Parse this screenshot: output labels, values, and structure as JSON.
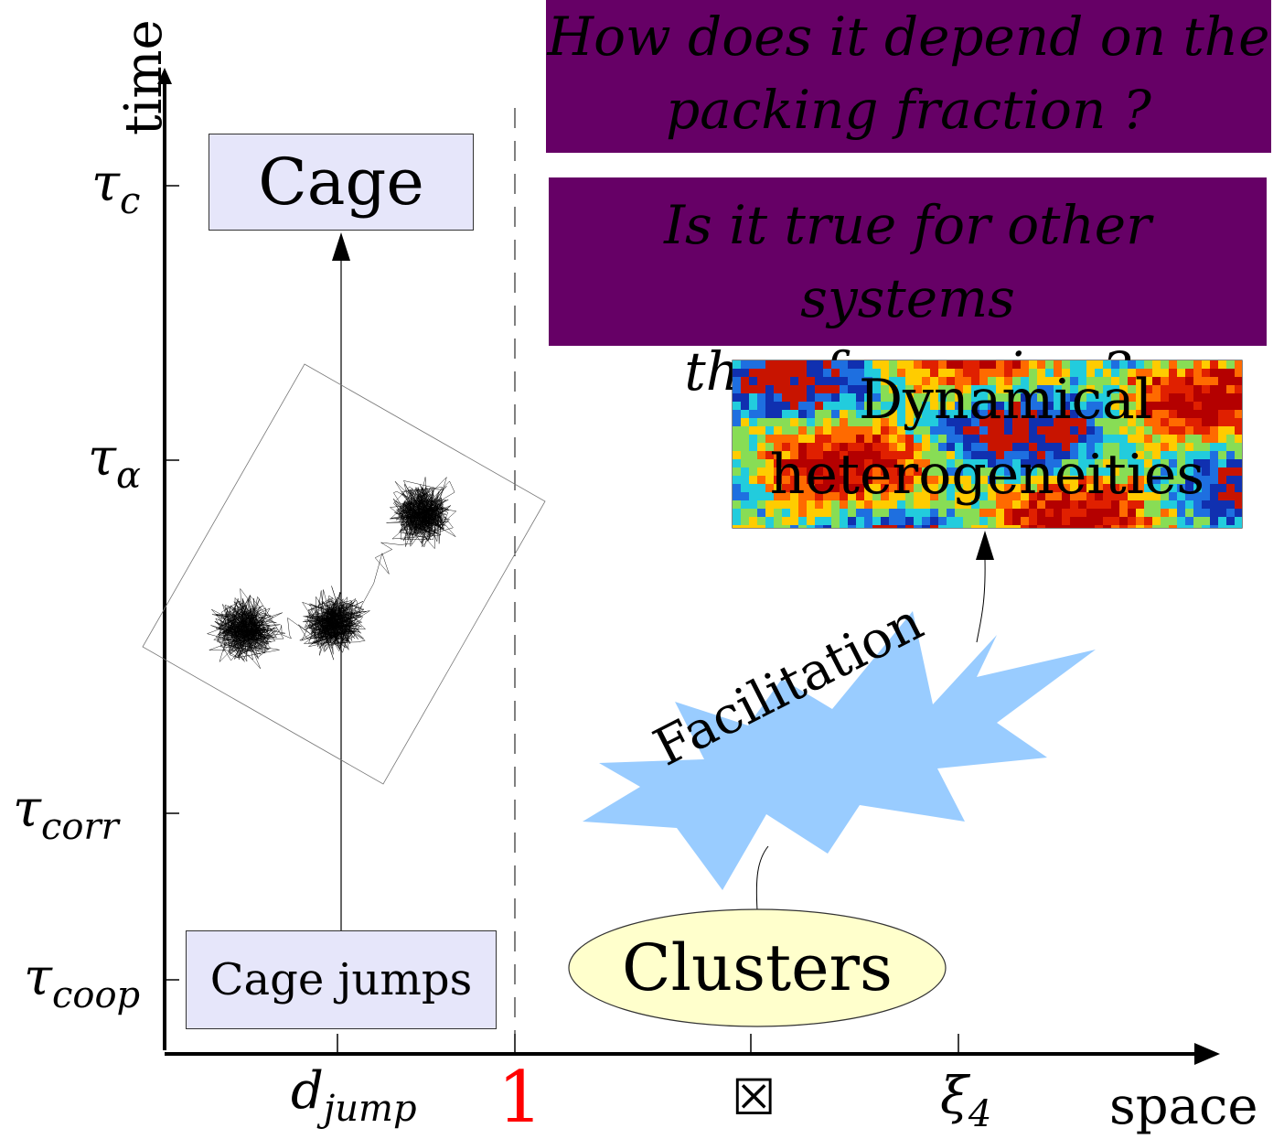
{
  "questions": [
    {
      "lines": [
        "How does it depend on the",
        "packing fraction ?"
      ]
    },
    {
      "lines": [
        "Is it true for other systems",
        "than for grains ?"
      ]
    }
  ],
  "boxes": {
    "cage": "Cage",
    "cage_jumps": "Cage jumps",
    "clusters": "Clusters",
    "facilitation": "Facilitation",
    "dyn_het": [
      "Dynamical",
      "heterogeneities"
    ]
  },
  "axes": {
    "y_label": "time",
    "x_label": "space",
    "y_ticks": [
      {
        "sym": "τ",
        "sub": "c"
      },
      {
        "sym": "τ",
        "sub": "α"
      },
      {
        "sym": "τ",
        "sub": "corr"
      },
      {
        "sym": "τ",
        "sub": "coop"
      }
    ],
    "x_ticks": [
      {
        "sym": "d",
        "sub": "jump"
      },
      {
        "sym": "1",
        "sub": ""
      },
      {
        "sym": "☒",
        "sub": ""
      },
      {
        "sym": "ξ",
        "sub": "4"
      }
    ]
  },
  "colors": {
    "question_bg": "#660066",
    "box_bg": "#e6e6fa",
    "cluster_bg": "#ffffcc",
    "burst": "#99ccff",
    "red_one": "#ff0000"
  }
}
